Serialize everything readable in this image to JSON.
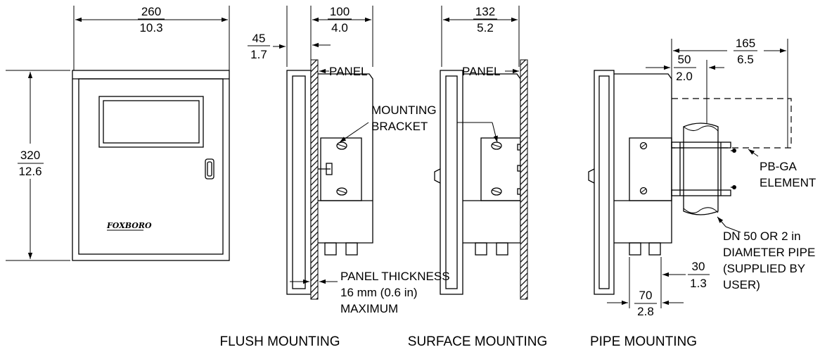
{
  "front_view": {
    "width_mm": "260",
    "width_in": "10.3",
    "height_mm": "320",
    "height_in": "12.6",
    "brand": "FOXBORO"
  },
  "flush": {
    "depth_mm": "100",
    "depth_in": "4.0",
    "offset_mm": "45",
    "offset_in": "1.7",
    "panel_label": "PANEL",
    "bracket_line1": "MOUNTING",
    "bracket_line2": "BRACKET",
    "thickness_line1": "PANEL THICKNESS",
    "thickness_line2": "16 mm (0.6 in)",
    "thickness_line3": "MAXIMUM",
    "caption": "FLUSH MOUNTING"
  },
  "surface": {
    "depth_mm": "132",
    "depth_in": "5.2",
    "panel_label": "PANEL",
    "caption": "SURFACE MOUNTING"
  },
  "pipe": {
    "overall_mm": "165",
    "overall_in": "6.5",
    "bracket_mm": "50",
    "bracket_in": "2.0",
    "element_line1": "PB-GA",
    "element_line2": "ELEMENT",
    "pipe_line1": "DN 50 OR 2 in",
    "pipe_line2": "DIAMETER PIPE",
    "pipe_line3": "(SUPPLIED BY",
    "pipe_line4": "USER)",
    "small_mm": "30",
    "small_in": "1.3",
    "base_mm": "70",
    "base_in": "2.8",
    "caption": "PIPE MOUNTING"
  }
}
